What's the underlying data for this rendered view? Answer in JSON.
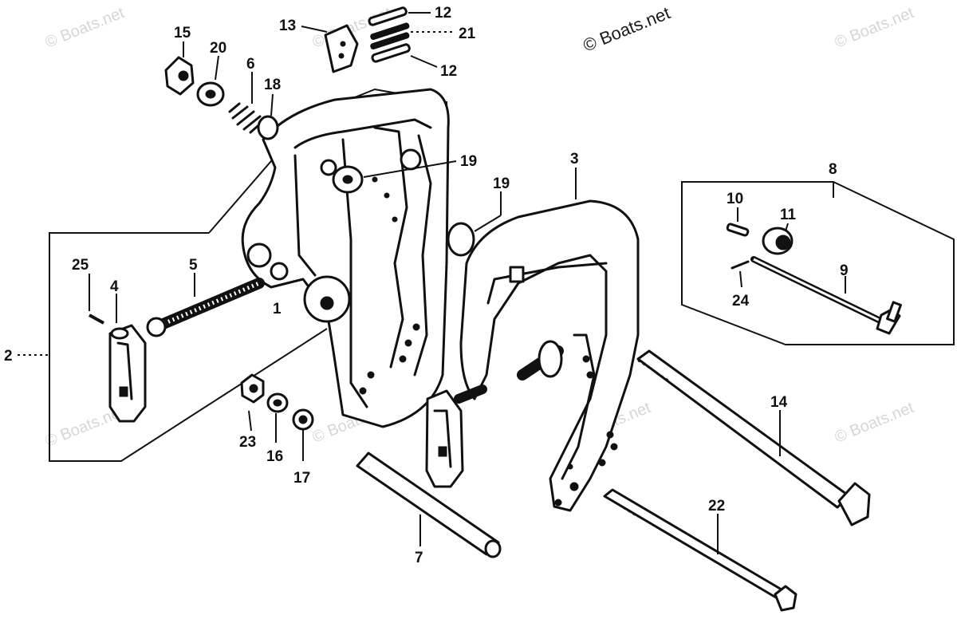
{
  "diagram": {
    "callouts": [
      "1",
      "2",
      "3",
      "4",
      "5",
      "6",
      "7",
      "8",
      "9",
      "10",
      "11",
      "12",
      "13",
      "14",
      "15",
      "16",
      "17",
      "18",
      "19",
      "20",
      "21",
      "22",
      "23",
      "24",
      "25"
    ],
    "callout_19_second": "19",
    "callout_12_second": "12"
  },
  "watermark": {
    "text": "© Boats.net"
  }
}
